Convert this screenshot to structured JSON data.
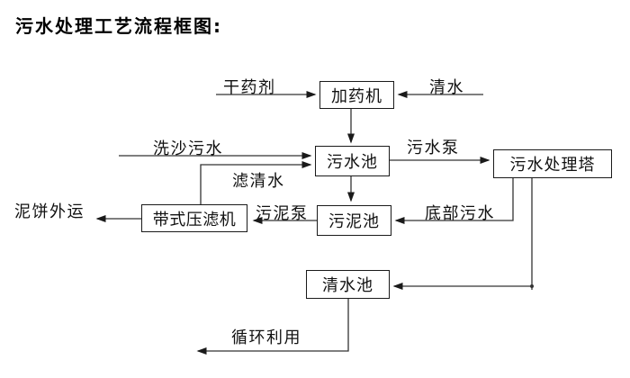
{
  "title": "污水处理工艺流程框图:",
  "diagram": {
    "type": "flowchart",
    "subject": "sewage-treatment-process",
    "colors": {
      "background": "#ffffff",
      "line": "#333333",
      "box_border": "#1a1a1a",
      "text": "#111111"
    },
    "nodes": [
      {
        "id": "dosing-machine",
        "label": "加药机"
      },
      {
        "id": "sewage-pool",
        "label": "污水池"
      },
      {
        "id": "treatment-tower",
        "label": "污水处理塔"
      },
      {
        "id": "sludge-pool",
        "label": "污泥池"
      },
      {
        "id": "belt-filter-press",
        "label": "带式压滤机"
      },
      {
        "id": "clean-water-pool",
        "label": "清水池"
      }
    ],
    "flow_labels": [
      {
        "id": "dry-agent",
        "text": "干药剂"
      },
      {
        "id": "clean-water-in",
        "text": "清水"
      },
      {
        "id": "sand-washing-sewage",
        "text": "洗沙污水"
      },
      {
        "id": "filtered-water",
        "text": "滤清水"
      },
      {
        "id": "sewage-pump",
        "text": "污水泵"
      },
      {
        "id": "bottom-sewage",
        "text": "底部污水"
      },
      {
        "id": "sludge-pump",
        "text": "污泥泵"
      },
      {
        "id": "mud-cake-out",
        "text": "泥饼外运"
      },
      {
        "id": "recycle-use",
        "text": "循环利用"
      }
    ],
    "edges": [
      {
        "from": "dry-agent-source",
        "to": "dosing-machine",
        "label": "干药剂"
      },
      {
        "from": "clean-water-source",
        "to": "dosing-machine",
        "label": "清水"
      },
      {
        "from": "dosing-machine",
        "to": "sewage-pool",
        "label": ""
      },
      {
        "from": "sand-washing-source",
        "to": "sewage-pool",
        "label": "洗沙污水"
      },
      {
        "from": "belt-filter-press",
        "to": "sewage-pool",
        "label": "滤清水"
      },
      {
        "from": "sewage-pool",
        "to": "treatment-tower",
        "label": "污水泵"
      },
      {
        "from": "sewage-pool",
        "to": "sludge-pool",
        "label": ""
      },
      {
        "from": "treatment-tower",
        "to": "sludge-pool",
        "label": "底部污水"
      },
      {
        "from": "treatment-tower",
        "to": "clean-water-pool",
        "label": ""
      },
      {
        "from": "sludge-pool",
        "to": "belt-filter-press",
        "label": "污泥泵"
      },
      {
        "from": "belt-filter-press",
        "to": "mud-cake-out",
        "label": "泥饼外运"
      },
      {
        "from": "clean-water-pool",
        "to": "recycle-use",
        "label": "循环利用"
      }
    ]
  }
}
